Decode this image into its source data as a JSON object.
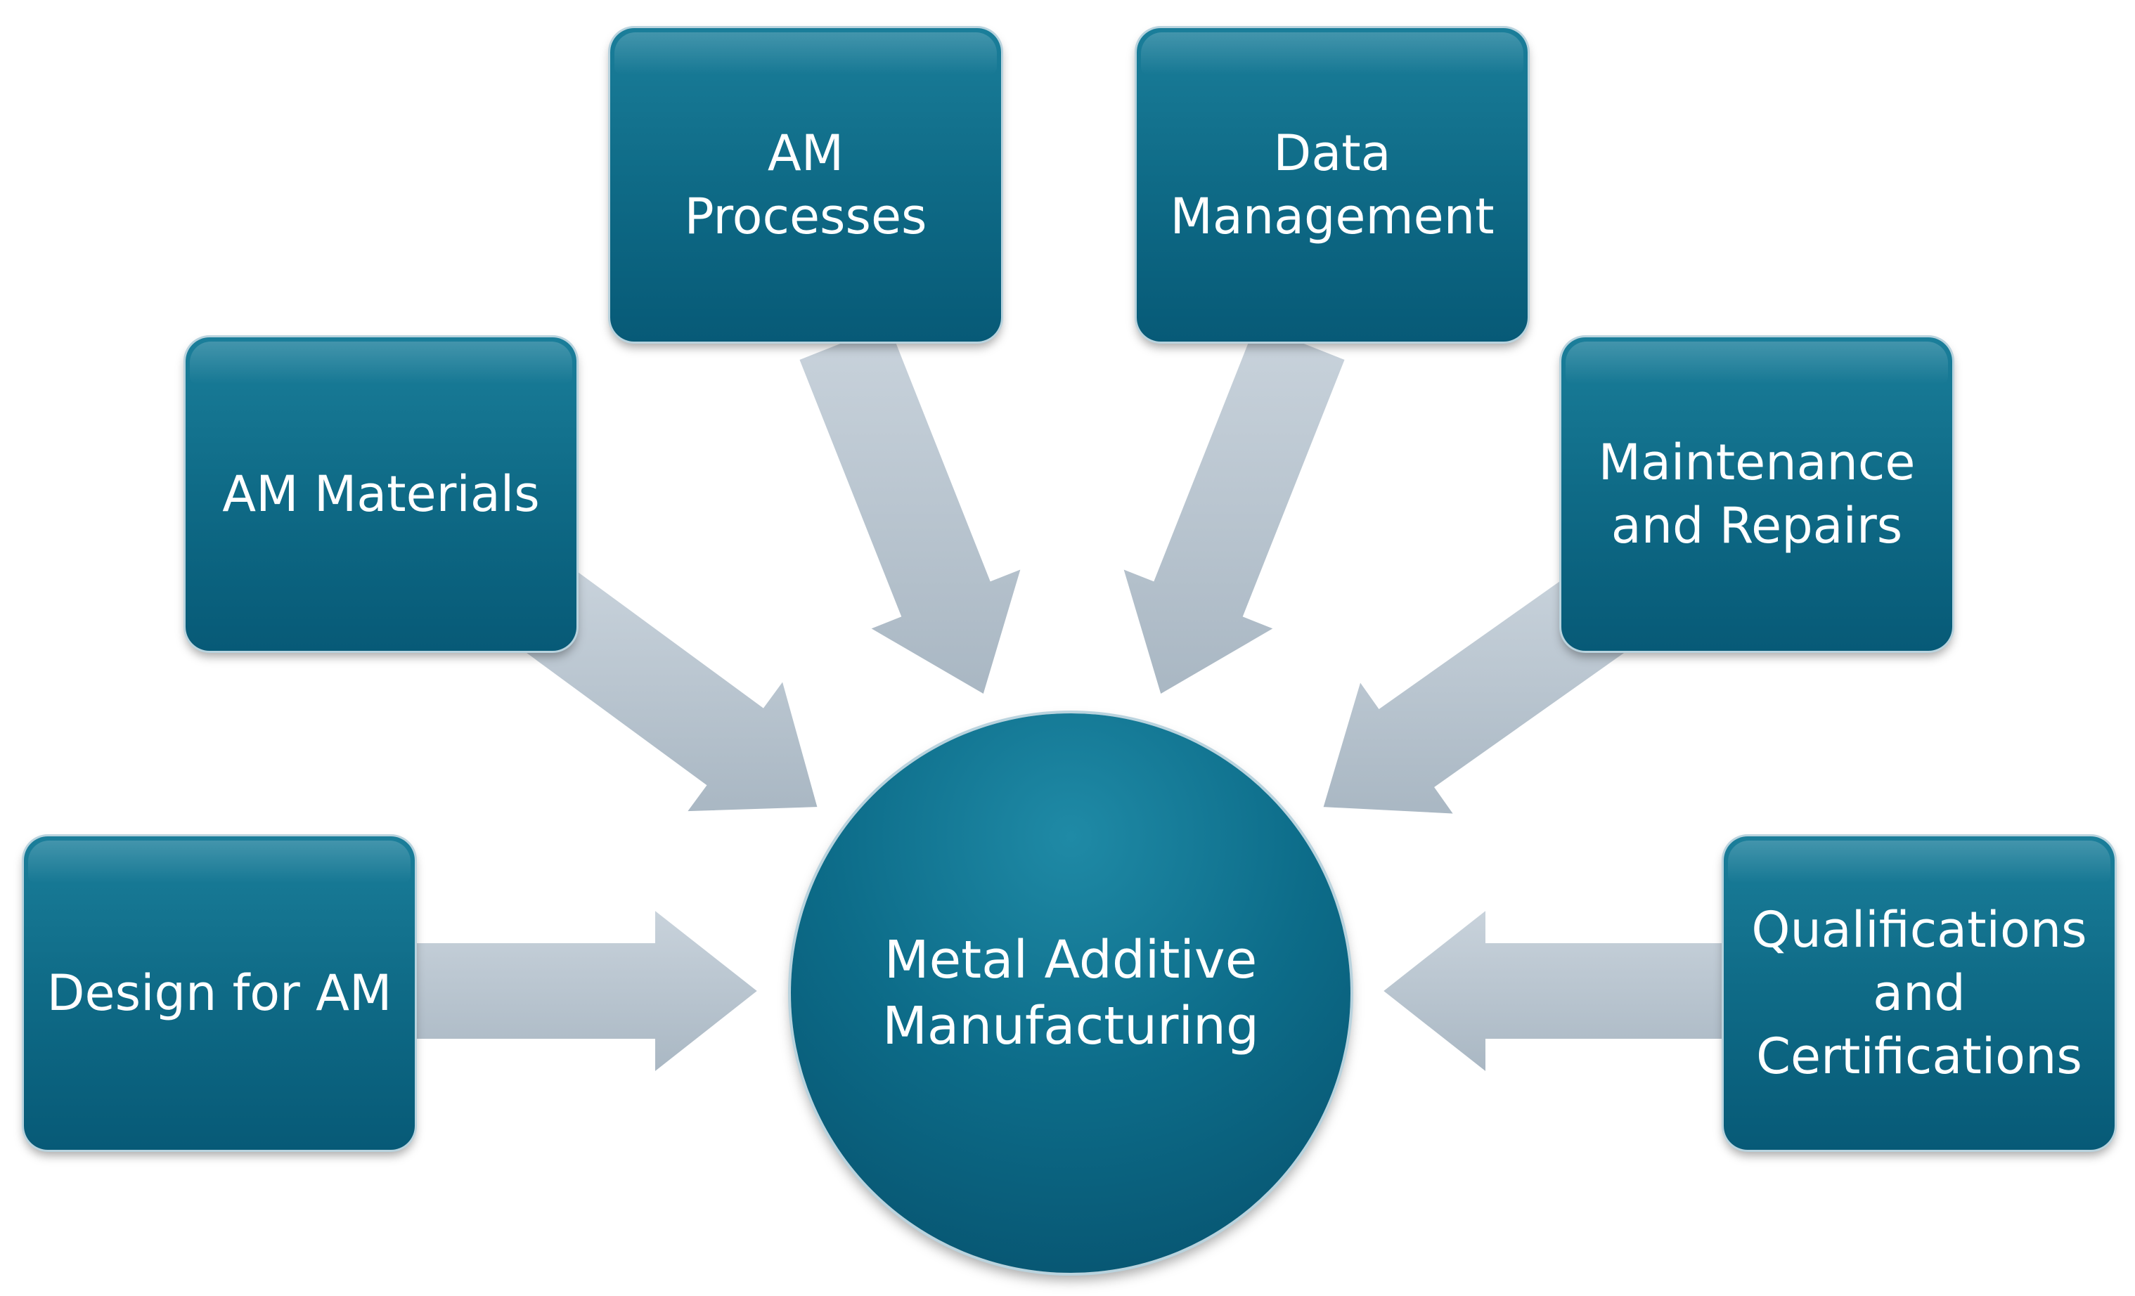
{
  "center": {
    "label": "Metal Additive\nManufacturing"
  },
  "nodes": [
    {
      "label": "AM\nProcesses"
    },
    {
      "label": "Data\nManagement"
    },
    {
      "label": "AM Materials"
    },
    {
      "label": "Maintenance\nand Repairs"
    },
    {
      "label": "Design for AM"
    },
    {
      "label": "Qualifications\nand\nCertifications"
    }
  ],
  "colors": {
    "node_fill": "#0f6b87",
    "arrow_fill": "#b7c4cf",
    "text": "#ffffff"
  }
}
